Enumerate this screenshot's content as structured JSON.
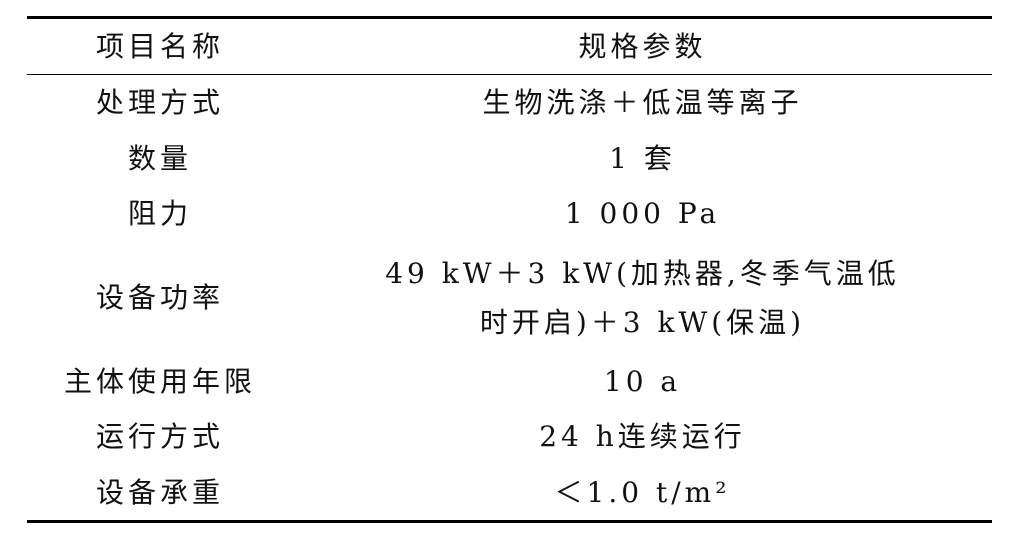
{
  "table": {
    "headers": [
      "项目名称",
      "规格参数"
    ],
    "rows": [
      {
        "item": "处理方式",
        "spec": [
          "生物洗涤＋低温等离子"
        ]
      },
      {
        "item": "数量",
        "spec": [
          "1 套"
        ]
      },
      {
        "item": "阻力",
        "spec": [
          "1 000 Pa"
        ]
      },
      {
        "item": "设备功率",
        "spec": [
          "49 kW＋3 kW(加热器,冬季气温低",
          "时开启)＋3 kW(保温)"
        ]
      },
      {
        "item": "主体使用年限",
        "spec": [
          "10 a"
        ]
      },
      {
        "item": "运行方式",
        "spec": [
          "24 h连续运行"
        ]
      },
      {
        "item": "设备承重",
        "spec": [
          "＜1.0 t/m²"
        ]
      }
    ]
  }
}
